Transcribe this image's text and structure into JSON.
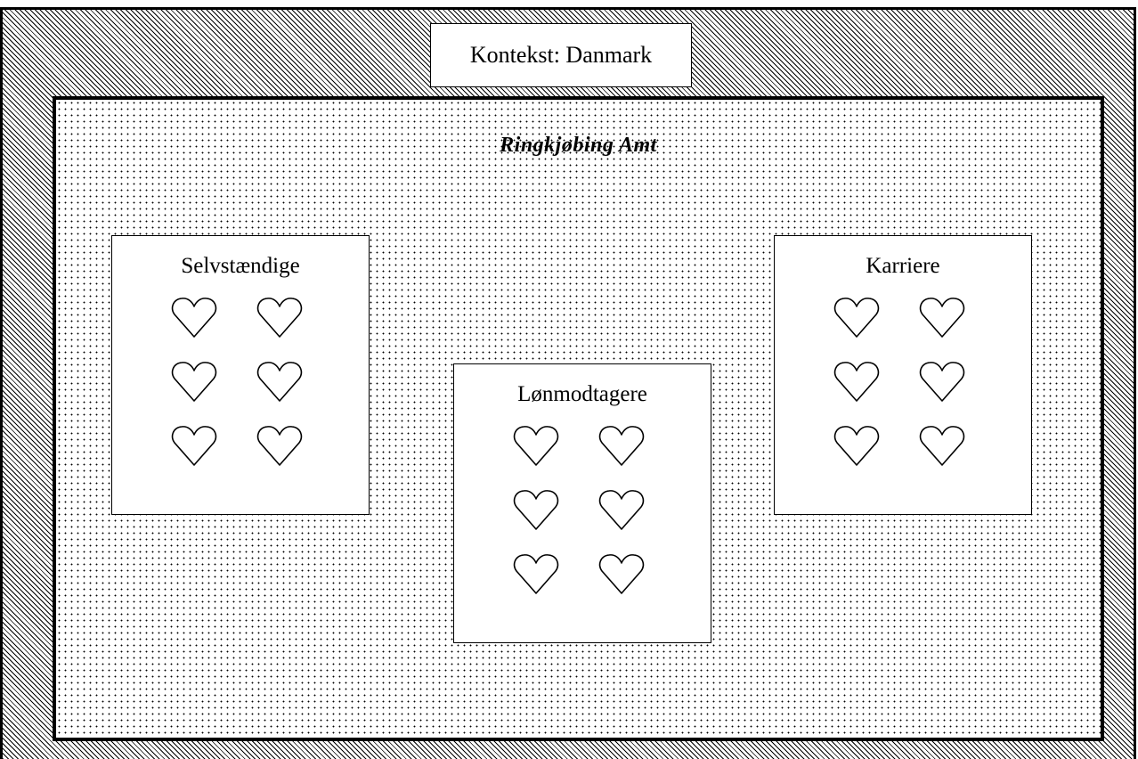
{
  "context": {
    "label": "Kontekst: Danmark"
  },
  "region": {
    "title": "Ringkjøbing Amt"
  },
  "groups": [
    {
      "label": "Selvstændige",
      "heart_count": 6,
      "heart_icon": "heart-outline-icon"
    },
    {
      "label": "Lønmodtagere",
      "heart_count": 6,
      "heart_icon": "heart-outline-icon"
    },
    {
      "label": "Karriere",
      "heart_count": 6,
      "heart_icon": "heart-outline-icon"
    }
  ],
  "colors": {
    "line": "#000000",
    "background": "#ffffff"
  }
}
